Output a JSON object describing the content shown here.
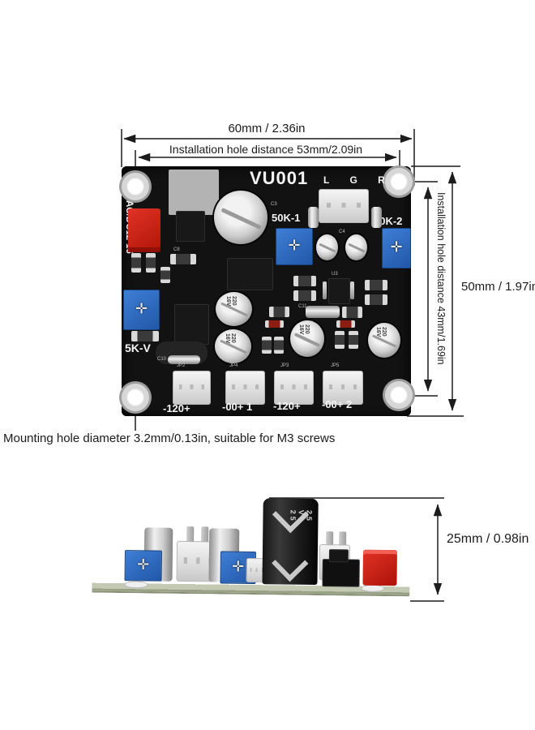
{
  "annotations": {
    "top_width": "60mm / 2.36in",
    "hole_distance_h": "Installation hole distance 53mm/2.09in",
    "hole_distance_v": "Installation hole distance 43mm/1.69in",
    "board_height": "50mm / 1.97in",
    "mounting_note": "Mounting hole diameter 3.2mm/0.13in, suitable for M3 screws",
    "side_height": "25mm / 0.98in"
  },
  "board": {
    "model": "VU001",
    "channels": "L G R",
    "pot_left": "50K-1",
    "pot_right": "50K-2",
    "pot_sensitivity": "5K-V",
    "power_input": "AC/DC12-16",
    "connectors": {
      "refs": [
        "JP2",
        "JP4",
        "JP3",
        "JP5"
      ],
      "labels": [
        "-120+",
        "-00+ 1",
        "-120+",
        "-00+ 2"
      ]
    },
    "refs": [
      "C3",
      "C4",
      "C11",
      "U3",
      "C10",
      "C8"
    ],
    "cap_marking": "220 16V",
    "side_cap_marking": "25 V 25"
  },
  "colors": {
    "pcb": "#121212",
    "red_connector": "#cf1d15",
    "blue_trimmer": "#2e6cc6",
    "white_connector": "#ececec",
    "dimension_ink": "#1c1c1c",
    "pcb_edge": "#aeb59c"
  }
}
